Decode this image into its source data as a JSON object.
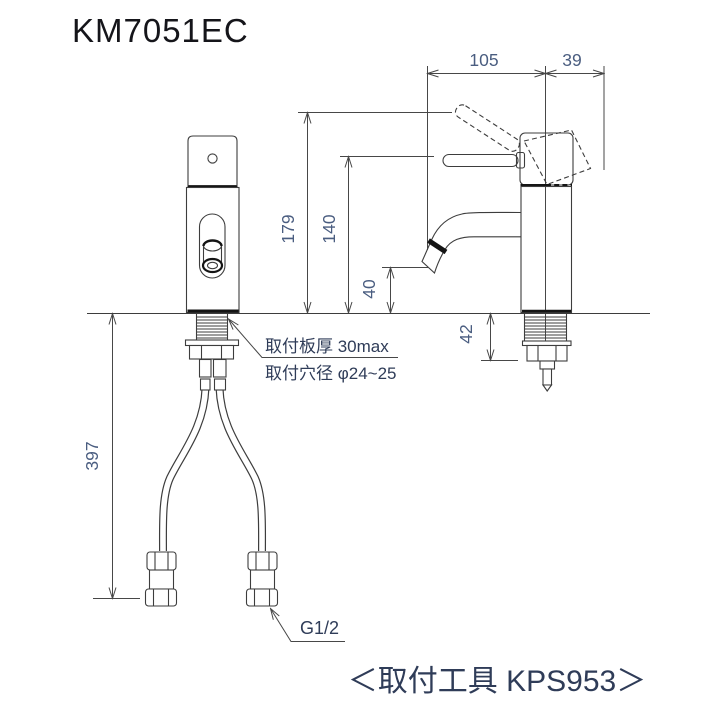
{
  "title": "KM7051EC",
  "caption": "＜取付工具 KPS953＞",
  "colors": {
    "bg": "#ffffff",
    "line": "#3d3d3d",
    "dark": "#141414",
    "dimline": "#474747",
    "dim": "#4a5d80",
    "text": "#2f3c58",
    "title": "#15151a"
  },
  "dimensions": {
    "spout_reach": "105",
    "body_depth": "39",
    "total_height": "179",
    "lever_height": "140",
    "spout_height": "40",
    "under_deck": "42",
    "hose_length": "397"
  },
  "annotations": {
    "mount_plate_thickness": "取付板厚 30max",
    "mount_hole_diameter": "取付穴径 φ24~25",
    "connection_thread": "G1/2"
  }
}
